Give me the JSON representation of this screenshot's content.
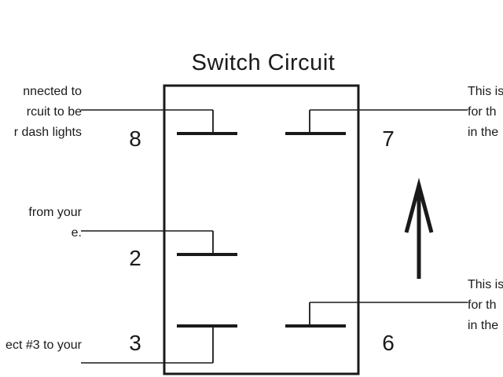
{
  "title": "Switch Circuit",
  "notes": {
    "top_left": [
      "nnected to",
      "rcuit to be",
      "r dash lights"
    ],
    "mid_left": [
      "from your",
      "e."
    ],
    "bottom_left": [
      "ect #3 to your"
    ],
    "top_right": [
      "This is",
      "for th",
      "in the"
    ],
    "bottom_right": [
      "This is",
      "for th",
      "in the"
    ]
  },
  "pins": {
    "p8": "8",
    "p7": "7",
    "p2": "2",
    "p3": "3",
    "p6": "6"
  },
  "colors": {
    "line": "#1a1a1a",
    "background": "#ffffff"
  },
  "icons": {
    "direction": "up-arrow-icon"
  }
}
